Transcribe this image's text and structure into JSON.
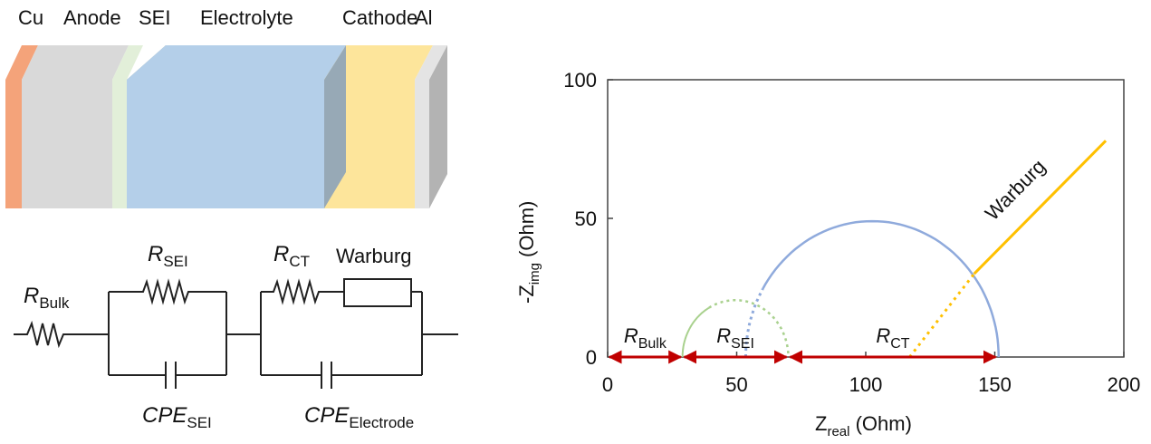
{
  "layer_labels": {
    "cu": "Cu",
    "anode": "Anode",
    "sei": "SEI",
    "electrolyte": "Electrolyte",
    "cathode": "Cathode",
    "al": "Al"
  },
  "circuit": {
    "r_bulk": {
      "main": "R",
      "sub": "Bulk"
    },
    "r_sei": {
      "main": "R",
      "sub": "SEI"
    },
    "r_ct": {
      "main": "R",
      "sub": "CT"
    },
    "warburg": "Warburg",
    "cpe_sei": {
      "main": "CPE",
      "sub": "SEI"
    },
    "cpe_electrode": {
      "main": "CPE",
      "sub": "Electrode"
    }
  },
  "colors": {
    "cu": "#f4a37a",
    "anode": "#d9d9d9",
    "sei": "#e2efd9",
    "electrolyte": "#b4cfe9",
    "cathode": "#fde59b",
    "al": "#e4e4e4",
    "arrows": "#c00000",
    "sei_arc": "#a9d18e",
    "ct_arc": "#8faadc",
    "warburg_line": "#ffc000"
  },
  "chart_data": {
    "type": "line",
    "xlabel": {
      "main": "Z",
      "sub": "real",
      "rest": " (Ohm)"
    },
    "ylabel": {
      "main": "-Z",
      "sub": "img",
      "rest": " (Ohm)"
    },
    "xlim": [
      0,
      200
    ],
    "ylim": [
      0,
      100
    ],
    "x_ticks": [
      0,
      50,
      100,
      150,
      200
    ],
    "y_ticks": [
      0,
      50,
      100
    ],
    "grid": false,
    "series": [
      {
        "name": "Warburg",
        "x": [
          142,
          193
        ],
        "y": [
          30,
          78
        ]
      }
    ],
    "sei_semicircle": {
      "center": [
        49.5,
        0
      ],
      "radius": 20.5
    },
    "ct_semicircle": {
      "center": [
        102.5,
        0
      ],
      "radius": 49
    },
    "warburg_extrapolation": {
      "x": [
        117,
        142
      ],
      "y": [
        0,
        30
      ]
    },
    "spans": [
      {
        "label": {
          "main": "R",
          "sub": "Bulk"
        },
        "from": 0,
        "to": 29
      },
      {
        "label": {
          "main": "R",
          "sub": "SEI"
        },
        "from": 29,
        "to": 70
      },
      {
        "label": {
          "main": "R",
          "sub": "CT"
        },
        "from": 70,
        "to": 151
      }
    ]
  }
}
